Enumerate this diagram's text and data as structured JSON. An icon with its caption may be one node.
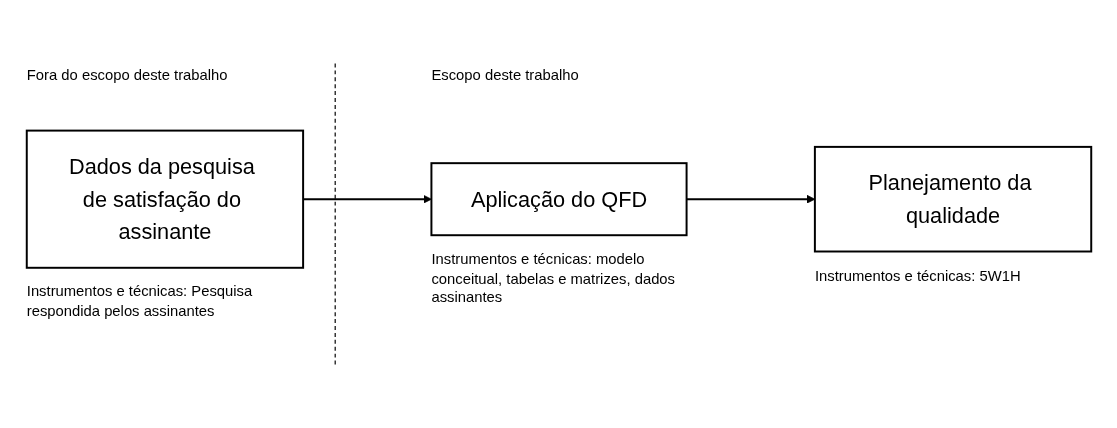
{
  "diagram": {
    "nodes": [
      {
        "text": [
          "Dados da pesquisa de satisfação do assinante"
        ],
        "beside": [
          "Instrumentos e técnicas: Pesquisa respondida pelos assinantes"
        ]
      },
      {
        "text": [
          "Aplicação do QFD"
        ],
        "beside": [
          "Instrumentos e técnicas: modelo conceitual, tabelas e matrizes, dados assinantes"
        ]
      },
      {
        "text": [
          "Planejamento da qualidade"
        ],
        "beside": [
          "Instrumentos e técnicas: 5W1H"
        ]
      }
    ],
    "edges": [
      {
        "from": 0,
        "to": 1,
        "arrow": "to"
      },
      {
        "from": 1,
        "to": 2,
        "arrow": "to"
      }
    ],
    "labels": [
      "Fora do escopo deste trabalho",
      "Escopo deste trabalho"
    ]
  }
}
